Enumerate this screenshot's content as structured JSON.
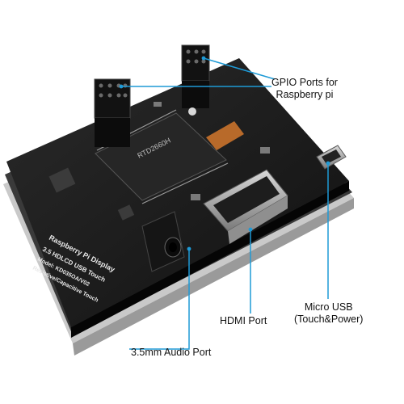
{
  "board": {
    "silkscreen": {
      "line1": "Raspberry Pi Display",
      "line2": "3.5 HDLCD USB Touch",
      "line3": "Model: KD035OA/V02",
      "line4": "Resistive/Capacitive Touch"
    },
    "chip_marking": "RTD2660H"
  },
  "callouts": {
    "gpio": {
      "line1": "GPIO Ports for",
      "line2": "Raspberry pi"
    },
    "usb": {
      "line1": "Micro USB",
      "line2": "(Touch&Power)"
    },
    "hdmi": {
      "label": "HDMI Port"
    },
    "audio": {
      "label": "3.5mm Audio Port"
    }
  },
  "colors": {
    "pcb": "#1c1c1c",
    "callout_line": "#1e9ad6",
    "text": "#111111"
  }
}
